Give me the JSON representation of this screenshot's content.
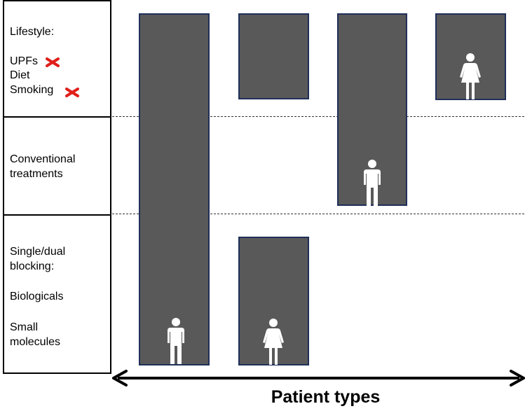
{
  "rows": {
    "lifestyle": {
      "heading": "Lifestyle:",
      "items": [
        {
          "label": "UPFs",
          "crossed": true
        },
        {
          "label": "Diet",
          "crossed": false
        },
        {
          "label": "Smoking",
          "crossed": true
        }
      ]
    },
    "conventional": {
      "line1": "Conventional",
      "line2": "treatments"
    },
    "blocking": {
      "line1": "Single/dual",
      "line2": "blocking:",
      "biologicals": "Biologicals",
      "small1": "Small",
      "small2": "molecules"
    }
  },
  "patient_columns": [
    {
      "figure": "male-icon",
      "spans": [
        "lifestyle",
        "conventional",
        "blocking"
      ]
    },
    {
      "figure": "female-icon",
      "spans": [
        "lifestyle",
        "blocking"
      ]
    },
    {
      "figure": "male-icon",
      "spans": [
        "lifestyle",
        "conventional"
      ]
    },
    {
      "figure": "female-icon",
      "spans": [
        "lifestyle"
      ]
    }
  ],
  "axis": {
    "label": "Patient types",
    "icon": "double-arrow-icon"
  },
  "colors": {
    "bar_fill": "#595959",
    "bar_border": "#1f2f5a",
    "cross": "#e0201b",
    "figure": "#ffffff"
  }
}
